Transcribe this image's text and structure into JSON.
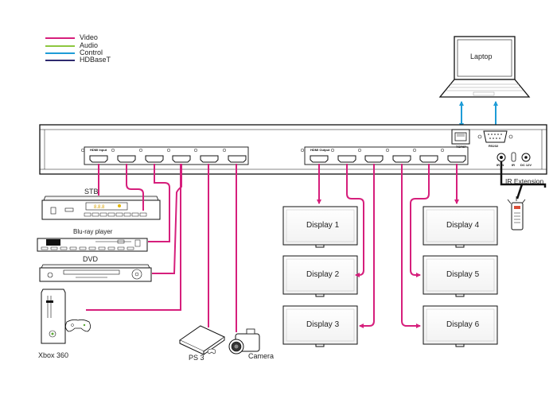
{
  "legend": [
    {
      "label": "Video",
      "color": "#d61f7c"
    },
    {
      "label": "Audio",
      "color": "#8dc63f"
    },
    {
      "label": "Control",
      "color": "#1e9cd7"
    },
    {
      "label": "HDBaseT",
      "color": "#2e2a6e"
    }
  ],
  "laptop": {
    "label": "Laptop"
  },
  "matrix": {
    "input_label": "HDMI Input",
    "output_label": "HDMI Output",
    "tcpip_label": "TCP/IP",
    "rs232_label": "RS232",
    "ir_in_label": "IR IN",
    "ir_label": "IR",
    "dc_label": "DC 12V"
  },
  "ir_extension": {
    "label": "IR Extension"
  },
  "sources": {
    "stb": "STB",
    "bluray": "Blu-ray player",
    "dvd": "DVD",
    "xbox": "Xbox 360",
    "ps3": "PS 3",
    "camera": "Camera"
  },
  "displays": [
    "Display 1",
    "Display 2",
    "Display 3",
    "Display 4",
    "Display 5",
    "Display 6"
  ]
}
